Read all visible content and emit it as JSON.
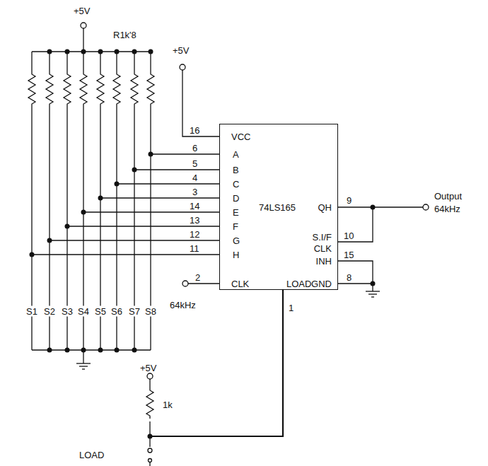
{
  "diagram": {
    "nodes": [
      {
        "text": [
          "VCC",
          "A",
          "B",
          "C",
          "D",
          "E",
          "F",
          "G",
          "H",
          "CLK",
          "74LS165",
          "QH",
          "S.I/F",
          "CLK",
          "INH",
          "LOAD",
          "GND"
        ]
      }
    ],
    "labels": [
      "+5V",
      "R1k'8",
      "+5V",
      "16",
      "6",
      "5",
      "4",
      "3",
      "14",
      "13",
      "12",
      "11",
      "2",
      "64kHz",
      "9",
      "10",
      "15",
      "8",
      "Output",
      "64kHz",
      "1",
      "S1",
      "S2",
      "S3",
      "S4",
      "S5",
      "S6",
      "S7",
      "S8",
      "1k",
      "+5V",
      "LOAD"
    ]
  }
}
